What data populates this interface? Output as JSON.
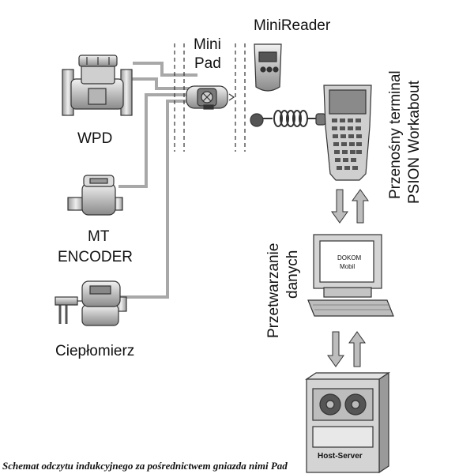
{
  "labels": {
    "wpd": "WPD",
    "mt_line1": "MT",
    "mt_line2": "ENCODER",
    "cieplomierz": "Ciepłomierz",
    "minipad_line1": "Mini",
    "minipad_line2": "Pad",
    "minireader": "MiniReader",
    "terminal_line1": "Przenośny terminal",
    "terminal_line2": "PSION Workabout",
    "processing_line1": "Przetwarzanie",
    "processing_line2": "danych",
    "screen_line1": "DOKOM",
    "screen_line2": "Mobil",
    "server": "Host-Server",
    "caption": "Schemat odczytu indukcyjnego za pośrednictwem gniazda nimi Pad"
  },
  "colors": {
    "cable": "#a8a8a8",
    "device_fill": "#d4d4d4",
    "device_dark": "#3a3a3a",
    "text": "#111111"
  },
  "icons": [
    "water-meter-wpd-icon",
    "water-meter-mt-icon",
    "heat-meter-icon",
    "minipad-socket-icon",
    "minireader-icon",
    "psion-terminal-icon",
    "desktop-computer-icon",
    "host-server-icon",
    "arrow-down-icon",
    "arrow-up-icon"
  ]
}
